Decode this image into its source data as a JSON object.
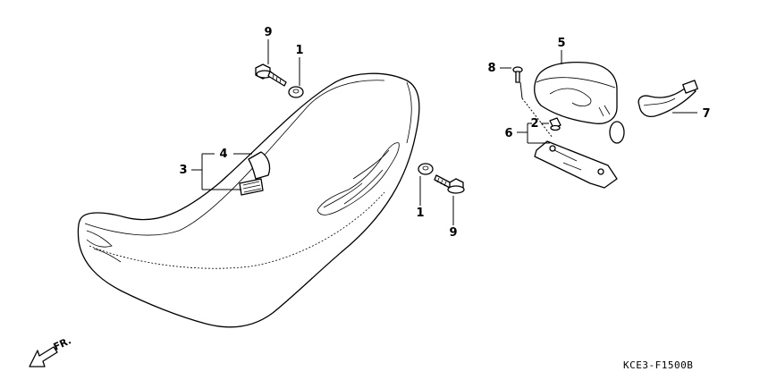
{
  "callouts": {
    "c9_top": "9",
    "c1_top": "1",
    "c4": "4",
    "c3": "3",
    "c1_bottom": "1",
    "c9_bottom": "9",
    "c5": "5",
    "c8": "8",
    "c2": "2",
    "c6": "6",
    "c7": "7"
  },
  "direction_label": "FR.",
  "diagram_code": "KCE3-F1500B"
}
